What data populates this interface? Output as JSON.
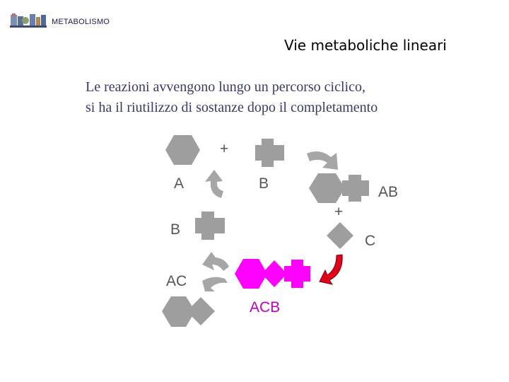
{
  "header": {
    "label": "METABOLISMO"
  },
  "slide": {
    "title": "Vie metaboliche lineari",
    "body_lines": [
      "Le reazioni avvengono lungo un percorso ciclico,",
      "si ha il riutilizzo di sostanze dopo il completamento"
    ]
  },
  "diagram": {
    "labels": {
      "plus_top": "+",
      "a": "A",
      "b_top": "B",
      "ab": "AB",
      "plus_right": "+",
      "b_left": "B",
      "c": "C",
      "ac": "AC",
      "acb": "ACB"
    },
    "colors": {
      "molecule": "#9e9e9e",
      "arrow": "#a6a6a6",
      "product": "#ff00ff",
      "active_arrow": "#e0001a",
      "product_label": "#c000c0"
    }
  }
}
